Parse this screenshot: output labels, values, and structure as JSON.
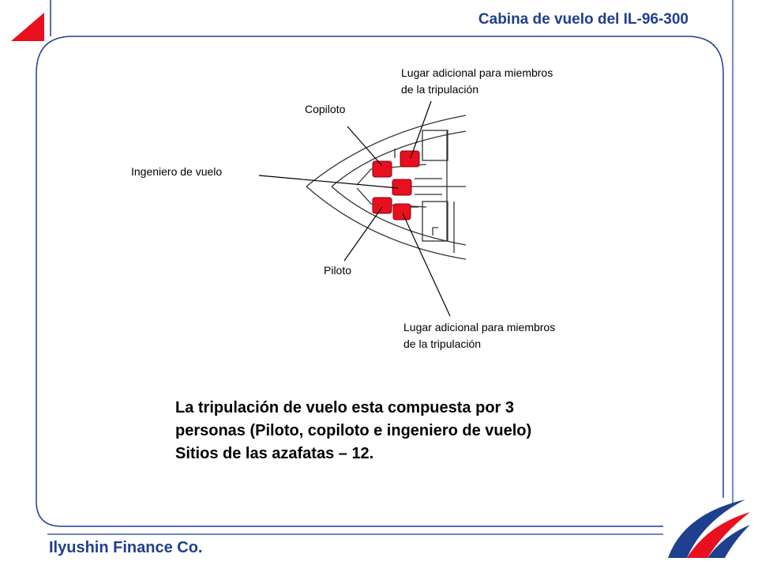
{
  "header": {
    "title": "Cabina de vuelo del IL-96-300"
  },
  "diagram": {
    "labels": {
      "copilot": "Copiloto",
      "flight_engineer": "Ingeniero de vuelo",
      "pilot": "Piloto",
      "extra_top": [
        "Lugar adicional para miembros",
        "de la tripulación"
      ],
      "extra_bottom": [
        "Lugar adicional para miembros",
        "de la tripulación"
      ]
    },
    "seat_color": "#e8101e"
  },
  "body": {
    "lines": [
      "La tripulación de vuelo esta compuesta por 3",
      "personas (Piloto, copiloto e ingeniero de vuelo)",
      "Sitios de las azafatas – 12."
    ]
  },
  "footer": {
    "company": "Ilyushin Finance Co."
  },
  "brand": {
    "primary": "#1f3f8f",
    "accent": "#e8101e"
  }
}
